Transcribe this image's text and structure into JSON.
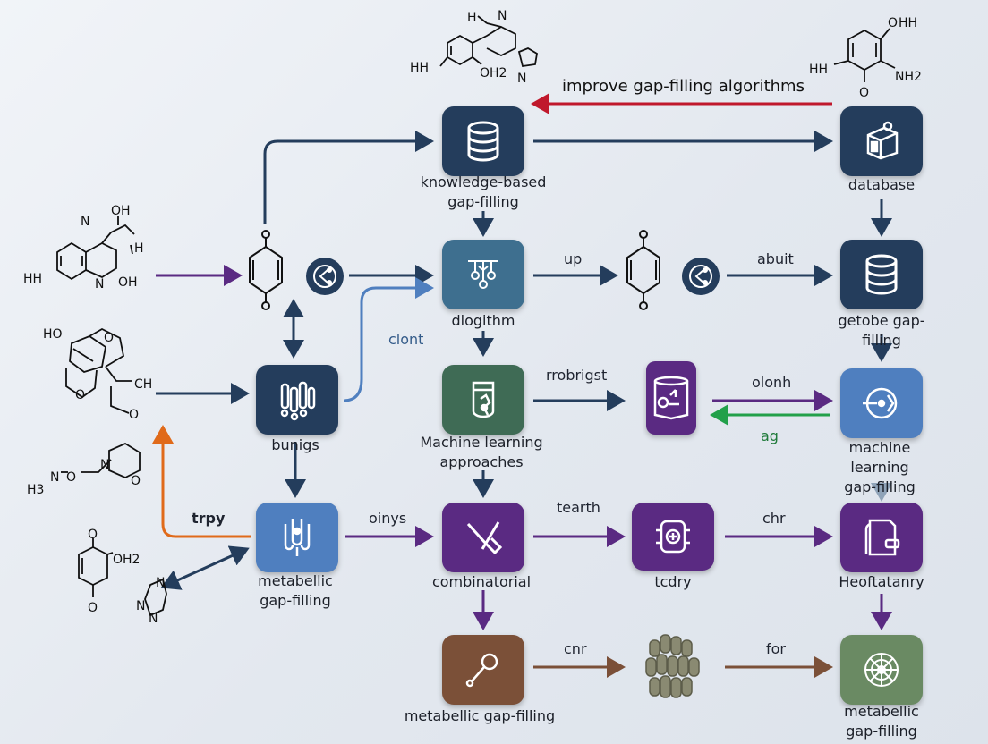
{
  "colors": {
    "navy": "#243d5c",
    "steel": "#4f7fbf",
    "purple": "#5a2a82",
    "green": "#3f6b55",
    "brown": "#7b5038",
    "sage": "#6a8a63",
    "red": "#c0182c",
    "orange": "#e06a1a",
    "greenArrow": "#22a04a"
  },
  "nodes": {
    "kb": {
      "label": "knowledge-based\ngap-filling",
      "icon": "database-icon"
    },
    "database": {
      "label": "database",
      "icon": "cube-icon"
    },
    "dlogithm": {
      "label": "dlogithm",
      "icon": "network-icon"
    },
    "getobe": {
      "label": "getobe gap-filling",
      "icon": "database-icon"
    },
    "bunigs": {
      "label": "bunigs",
      "icon": "tubes-icon"
    },
    "ml_approaches": {
      "label": "Machine learning\napproaches",
      "icon": "flask-icon"
    },
    "rrobrigst_node": {
      "label": "",
      "icon": "cylinder-icon"
    },
    "ml_gapfilling": {
      "label": "machine learning\ngap-filling",
      "icon": "target-icon"
    },
    "metabellic_left": {
      "label": "metabellic\ngap-filling",
      "icon": "pipette-icon"
    },
    "combinatorial": {
      "label": "combinatorial",
      "icon": "probe-icon"
    },
    "tcdry": {
      "label": "tcdry",
      "icon": "chip-icon"
    },
    "heoftatanry": {
      "label": "Heoftatanry",
      "icon": "document-icon"
    },
    "metabellic_bottom": {
      "label": "metabellic gap-filling",
      "icon": "magnifier-icon"
    },
    "cells": {
      "label": "",
      "icon": "cells-icon"
    },
    "metabellic_right": {
      "label": "metabellic\ngap-filling",
      "icon": "globe-icon"
    }
  },
  "edge_labels": {
    "top": "improve gap-filling algorithms",
    "up": "up",
    "abuit": "abuit",
    "clont": "clont",
    "rrobrigst": "rrobrigst",
    "olonh": "olonh",
    "ag": "ag",
    "trpy": "trpy",
    "oinys": "oinys",
    "tearth": "tearth",
    "chr": "chr",
    "cnr": "cnr",
    "for": "for"
  },
  "molecules": {
    "m1": [
      "H",
      "N",
      "HH",
      "OH2"
    ],
    "m2": [
      "HH",
      "O",
      "NH2",
      "O"
    ],
    "m3": [
      "N",
      "OH",
      "H",
      "HH",
      "N",
      "OH"
    ],
    "m4": [
      "O",
      "O"
    ],
    "m5": [
      "HO",
      "O",
      "O",
      "CH",
      "O"
    ],
    "m6": [
      "H3",
      "N",
      "O",
      "N",
      "O"
    ],
    "m7": [
      "O",
      "OH2",
      "O"
    ],
    "m8": [
      "N",
      "N",
      "N"
    ]
  }
}
